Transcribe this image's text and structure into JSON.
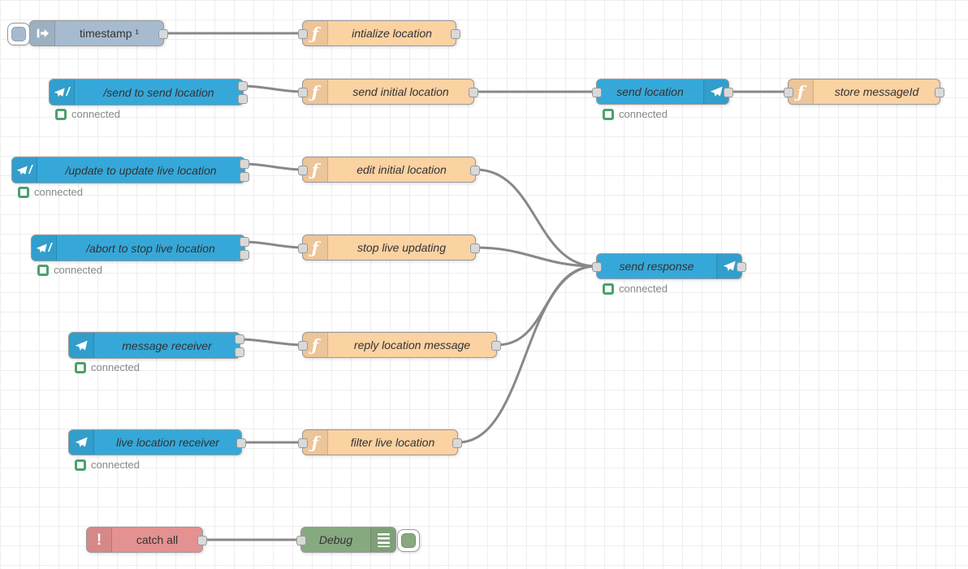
{
  "app": {
    "name": "Node-RED flow editor",
    "workspace": "flow canvas"
  },
  "palette": {
    "inject": "#a6bbcf",
    "function": "#fbd2a2",
    "telegram": "#35a8d9",
    "catch": "#e49191",
    "debug": "#87a980",
    "wire": "#888888",
    "port_fill": "#d9d9d9",
    "port_border": "#999999",
    "node_border": "#999999",
    "status_green": "#4ca06e",
    "status_text": "#888888",
    "grid_line": "#eeeeee",
    "background": "#ffffff"
  },
  "nodes": [
    {
      "id": "inject-timestamp",
      "type": "inject",
      "label": "timestamp ¹",
      "icon": "inject-arrow-icon",
      "outputs": 1
    },
    {
      "id": "fn-initialize-location",
      "type": "function",
      "label": "intialize location",
      "icon": "function-f-icon",
      "outputs": 1
    },
    {
      "id": "tg-send-command",
      "type": "telegram-command",
      "label": "/send to send location",
      "icon": "telegram-plane-slash-icon",
      "outputs": 2,
      "status": "connected"
    },
    {
      "id": "fn-send-initial-location",
      "type": "function",
      "label": "send initial location",
      "icon": "function-f-icon",
      "outputs": 1
    },
    {
      "id": "tg-send-location",
      "type": "telegram-sender",
      "label": "send location",
      "icon": "telegram-plane-icon",
      "outputs": 1,
      "status": "connected"
    },
    {
      "id": "fn-store-messageid",
      "type": "function",
      "label": "store messageId",
      "icon": "function-f-icon",
      "outputs": 1
    },
    {
      "id": "tg-update-command",
      "type": "telegram-command",
      "label": "/update to update live location",
      "icon": "telegram-plane-slash-icon",
      "outputs": 2,
      "status": "connected"
    },
    {
      "id": "fn-edit-initial-location",
      "type": "function",
      "label": "edit initial location",
      "icon": "function-f-icon",
      "outputs": 1
    },
    {
      "id": "tg-abort-command",
      "type": "telegram-command",
      "label": "/abort to stop live location",
      "icon": "telegram-plane-slash-icon",
      "outputs": 2,
      "status": "connected"
    },
    {
      "id": "fn-stop-live-updating",
      "type": "function",
      "label": "stop live updating",
      "icon": "function-f-icon",
      "outputs": 1
    },
    {
      "id": "tg-send-response",
      "type": "telegram-sender",
      "label": "send response",
      "icon": "telegram-plane-icon",
      "outputs": 1,
      "status": "connected"
    },
    {
      "id": "tg-message-receiver",
      "type": "telegram-receiver",
      "label": "message receiver",
      "icon": "telegram-plane-icon",
      "outputs": 2,
      "status": "connected"
    },
    {
      "id": "fn-reply-location-message",
      "type": "function",
      "label": "reply location message",
      "icon": "function-f-icon",
      "outputs": 1
    },
    {
      "id": "tg-live-location-receiver",
      "type": "telegram-receiver",
      "label": "live location receiver",
      "icon": "telegram-plane-icon",
      "outputs": 1,
      "status": "connected"
    },
    {
      "id": "fn-filter-live-location",
      "type": "function",
      "label": "filter live location",
      "icon": "function-f-icon",
      "outputs": 1
    },
    {
      "id": "catch-all",
      "type": "catch",
      "label": "catch all",
      "icon": "exclamation-icon",
      "outputs": 1
    },
    {
      "id": "debug",
      "type": "debug",
      "label": "Debug",
      "icon": "debug-console-icon",
      "outputs": 0
    }
  ],
  "connections": [
    {
      "from": "timestamp ¹",
      "to": "intialize location"
    },
    {
      "from": "/send to send location",
      "to": "send initial location"
    },
    {
      "from": "send initial location",
      "to": "send location"
    },
    {
      "from": "send location",
      "to": "store messageId"
    },
    {
      "from": "/update to update live location",
      "to": "edit initial location"
    },
    {
      "from": "edit initial location",
      "to": "send response"
    },
    {
      "from": "/abort to stop live location",
      "to": "stop live updating"
    },
    {
      "from": "stop live updating",
      "to": "send response"
    },
    {
      "from": "message receiver",
      "to": "reply location message"
    },
    {
      "from": "reply location message",
      "to": "send response"
    },
    {
      "from": "live location receiver",
      "to": "filter live location"
    },
    {
      "from": "filter live location",
      "to": "send response"
    },
    {
      "from": "catch all",
      "to": "Debug"
    }
  ]
}
